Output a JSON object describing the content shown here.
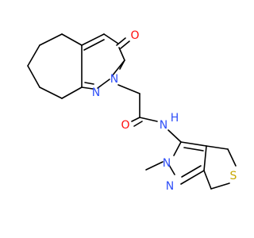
{
  "molecule": {
    "atoms": {
      "carbonyl_o_ring": "O",
      "ring_n1": "N",
      "ring_n2": "N",
      "amide_o": "O",
      "amide_nh": "N",
      "amide_h": "H",
      "pyrazole_n_methyl": "N",
      "pyrazole_n": "N",
      "methyl_label": "",
      "thiophene_s": "S"
    },
    "colors": {
      "bond": "#000000",
      "oxygen": "#ff0d0d",
      "nitrogen": "#3050f8",
      "sulfur": "#c8a800"
    }
  }
}
